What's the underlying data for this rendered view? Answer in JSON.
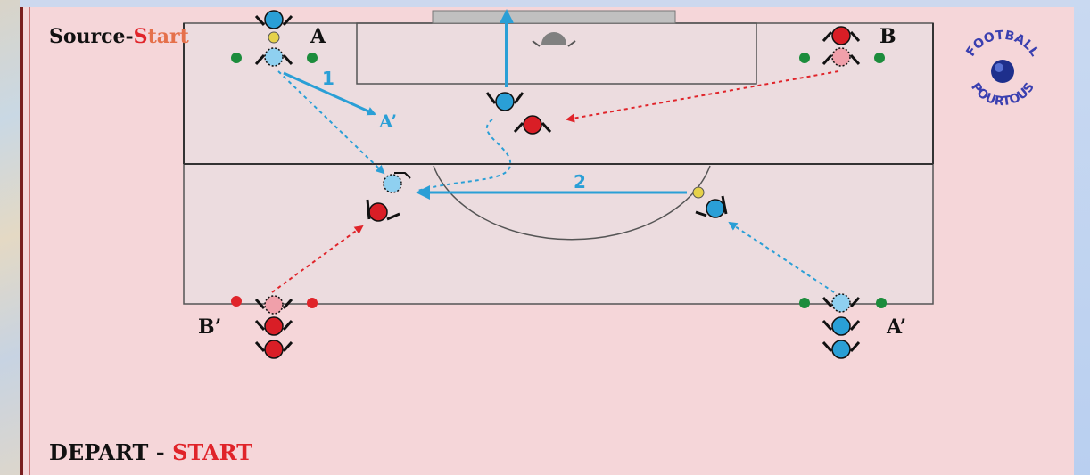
{
  "title": {
    "source_prefix": "Source-",
    "source_s": "S",
    "source_rest": "tart",
    "depart": "DEPART - ",
    "start": "START"
  },
  "labels": {
    "a": "A",
    "b": "B",
    "b_prime": "B’",
    "a_prime": "A’",
    "a_prime_target": "A’"
  },
  "passes": {
    "pass_1": "1",
    "pass_2": "2"
  },
  "logo": {
    "top_text": "FOOTBALL",
    "bottom_text": "POURTOUS"
  },
  "colors": {
    "field": "#f5d6d9",
    "box": "#ecdcdf",
    "blue_player": "#2a9fd6",
    "light_blue_player": "#8fd0f0",
    "red_player": "#d91e26",
    "pink_player": "#f0a0aa",
    "cone_green": "#1c8c3c",
    "cone_red": "#e0242a",
    "goal": "#c0c0c0"
  }
}
